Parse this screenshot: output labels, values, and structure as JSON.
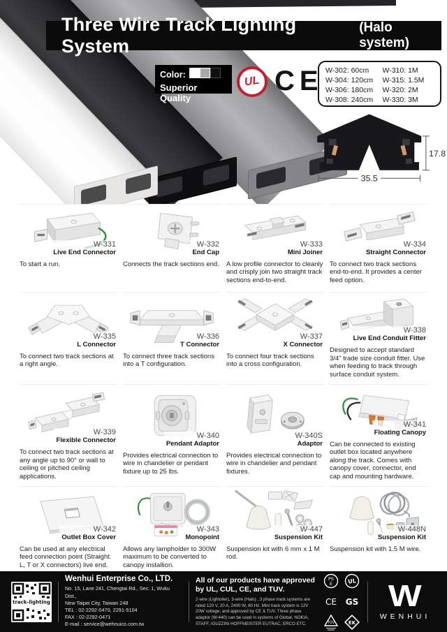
{
  "header": {
    "title": "Three Wire Track Lighting System",
    "subtitle": "(Halo system)",
    "color_label": "Color:",
    "quality_label": "Superior Quality",
    "swatches": [
      "#ffffff",
      "#a9a9a9",
      "#111111"
    ],
    "ul_text": "UL",
    "ce_text": "CE",
    "sizes_col1": [
      "W-302: 60cm",
      "W-304: 120cm",
      "W-306: 180cm",
      "W-308: 240cm"
    ],
    "sizes_col2": [
      "W-310: 1M",
      "W-315: 1.5M",
      "W-320: 2M",
      "W-330: 3M"
    ],
    "dimensions": {
      "width": "35.5",
      "height": "17.8"
    }
  },
  "products": [
    {
      "code": "W-331",
      "name": "Live End Connector",
      "desc": "To start a run.",
      "icon": "live-end-connector"
    },
    {
      "code": "W-332",
      "name": "End Cap",
      "desc": "Connects the track sections end.",
      "icon": "end-cap"
    },
    {
      "code": "W-333",
      "name": "Mini Joiner",
      "desc": "A low profile connector to cleanly and crisply join two straight track sections end-to-end.",
      "icon": "mini-joiner"
    },
    {
      "code": "W-334",
      "name": "Straight Connector",
      "desc": "To connect two track sections end-to-end. It provides a center feed option.",
      "icon": "straight-connector"
    },
    {
      "code": "W-335",
      "name": "L Connector",
      "desc": "To connect two track sections at a right angle.",
      "icon": "l-connector"
    },
    {
      "code": "W-336",
      "name": "T Connector",
      "desc": "To connect three track sections into a T configuration.",
      "icon": "t-connector"
    },
    {
      "code": "W-337",
      "name": "X Connector",
      "desc": "To connect four track sections into a cross configuration.",
      "icon": "x-connector"
    },
    {
      "code": "W-338",
      "name": "Live End Conduit Fitter",
      "desc": "Designed to accept standard 3/4\" trade size conduit fitter. Use when feeding to track through surface conduit system.",
      "icon": "conduit-fitter"
    },
    {
      "code": "W-339",
      "name": "Flexible Connector",
      "desc": "To connect two track sections at any angle up to 90° or wall to ceiling or pitched ceiling applications.",
      "icon": "flexible-connector"
    },
    {
      "code": "W-340",
      "name": "Pendant Adaptor",
      "desc": "Provides electrical connection to wire in chandelier or pendant fixture up to 25 lbs.",
      "icon": "pendant-adaptor"
    },
    {
      "code": "W-340S",
      "name": "Adaptor",
      "desc": "Provides electrical connection to wire in chandelier and pendant fixtures.",
      "icon": "adaptor-s"
    },
    {
      "code": "W-341",
      "name": "Floating Canopy",
      "desc": "Can be connected to existing outlet box located anywhere along the track. Comes with canopy cover, connector, end cap and mounting hardware.",
      "icon": "floating-canopy"
    },
    {
      "code": "W-342",
      "name": "Outlet Box Cover",
      "desc": "Can be used at any electrical feed connection point (Straight. L, T or X connectors) live end.",
      "icon": "outlet-box-cover"
    },
    {
      "code": "W-343",
      "name": "Monopoint",
      "desc": "Allows any lampholder to 300W maximum to be converted to canopy installion.",
      "icon": "monopoint"
    },
    {
      "code": "W-447",
      "name": "Suspension Kit",
      "desc": "Suspension kit with 6 mm x 1 M rod.",
      "icon": "suspension-rod"
    },
    {
      "code": "W-448N",
      "name": "Suspension Kit",
      "desc": "Suspension kit with 1.5 M wire.",
      "icon": "suspension-wire"
    }
  ],
  "footer": {
    "qr_label": "track-lighting",
    "company_name": "Wenhui Enterprise Co., LTD.",
    "address1": "No. 15, Lane 241, Chengtai Rd., Sec. 1, Wuku Dist.,",
    "address2": "New Taipei City, Taiwan 248",
    "tel": "TEL : 02-2292-0470, 2291-5104",
    "fax": "FAX : 02-2292-0471",
    "email": "E-mail : service@wehnuico.com.tw",
    "approval_title": "All of our products have approved by UL, CUL, CE, and TUV.",
    "approval_body": "2-wire (Lightolier), 3-wire (Halo) , 3 phase track systems are rated 120 V, 20 A, 2400 W, 60 Hz. Mini track system is 12V 20W voltage; and approved by CE & TUV. Three phase adaptor (W-440) can be used in systems of Global, NOKIA, STAFF, IGUZZINI HOFFMEISTER EUTRAC, ERCO ETC.",
    "certs": [
      "PSE",
      "UL",
      "CE",
      "GS",
      "TUV",
      "EK"
    ],
    "brand_letter": "W",
    "brand_name": "WENHUI"
  }
}
